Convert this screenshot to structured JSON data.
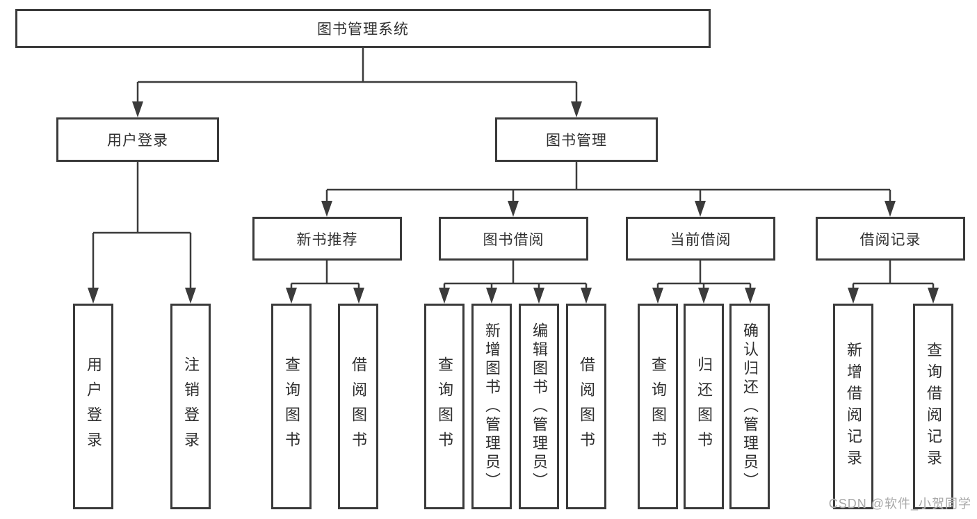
{
  "diagram": {
    "root": "图书管理系统",
    "level2": [
      "用户登录",
      "图书管理"
    ],
    "level3": [
      "新书推荐",
      "图书借阅",
      "当前借阅",
      "借阅记录"
    ],
    "leaf_groups": [
      {
        "parent": "用户登录",
        "items": [
          "用户登录",
          "注销登录"
        ]
      },
      {
        "parent": "新书推荐",
        "items": [
          "查询图书",
          "借阅图书"
        ]
      },
      {
        "parent": "图书借阅",
        "items": [
          "查询图书",
          "新增图书（管理员）",
          "编辑图书（管理员）",
          "借阅图书"
        ]
      },
      {
        "parent": "当前借阅",
        "items": [
          "查询图书",
          "归还图书",
          "确认归还（管理员）"
        ]
      },
      {
        "parent": "借阅记录",
        "items": [
          "新增借阅记录",
          "查询借阅记录"
        ]
      }
    ]
  },
  "watermark": "CSDN @软件_小贺同学",
  "colors": {
    "line": "#3b3b3b",
    "box_border": "#3a3a3a",
    "text": "#2f2f2f",
    "watermark": "#a8a8a8",
    "background": "#ffffff"
  }
}
